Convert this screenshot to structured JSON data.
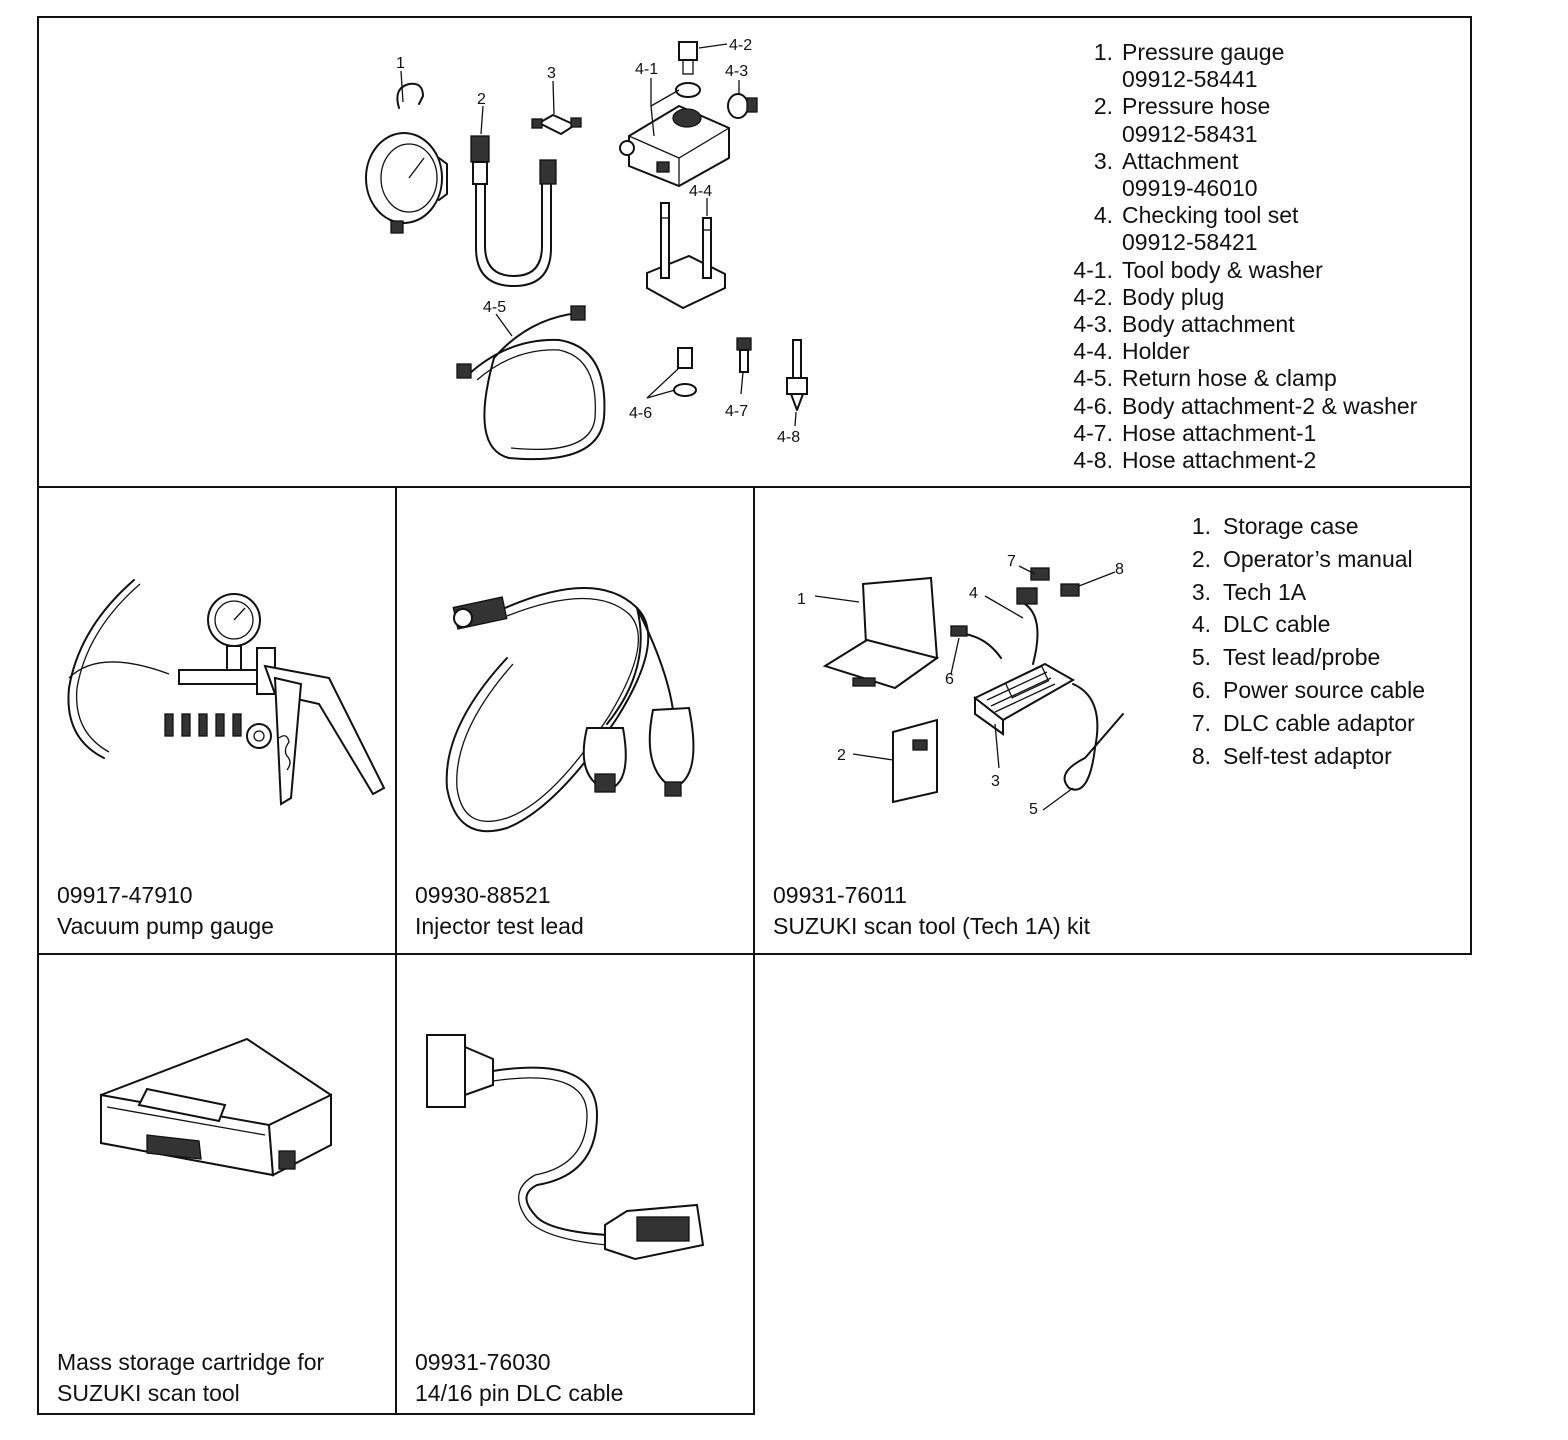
{
  "panel_fuel": {
    "parts": [
      {
        "num": "1.",
        "name": "Pressure gauge",
        "code": "09912-58441"
      },
      {
        "num": "2.",
        "name": "Pressure hose",
        "code": "09912-58431"
      },
      {
        "num": "3.",
        "name": "Attachment",
        "code": "09919-46010"
      },
      {
        "num": "4.",
        "name": "Checking tool set",
        "code": "09912-58421"
      },
      {
        "num": "4-1.",
        "name": "Tool body & washer"
      },
      {
        "num": "4-2.",
        "name": "Body plug"
      },
      {
        "num": "4-3.",
        "name": "Body attachment"
      },
      {
        "num": "4-4.",
        "name": "Holder"
      },
      {
        "num": "4-5.",
        "name": "Return hose & clamp"
      },
      {
        "num": "4-6.",
        "name": "Body attachment-2 & washer"
      },
      {
        "num": "4-7.",
        "name": "Hose attachment-1"
      },
      {
        "num": "4-8.",
        "name": "Hose attachment-2"
      }
    ],
    "callouts": [
      "1",
      "2",
      "3",
      "4-1",
      "4-2",
      "4-3",
      "4-4",
      "4-5",
      "4-6",
      "4-7",
      "4-8"
    ]
  },
  "panel_vacuum": {
    "code": "09917-47910",
    "name": "Vacuum pump gauge"
  },
  "panel_injector": {
    "code": "09930-88521",
    "name": "Injector test lead"
  },
  "panel_scan": {
    "code": "09931-76011",
    "name": "SUZUKI scan tool (Tech 1A) kit",
    "parts": [
      {
        "num": "1.",
        "name": "Storage case"
      },
      {
        "num": "2.",
        "name": "Operator’s manual"
      },
      {
        "num": "3.",
        "name": "Tech 1A"
      },
      {
        "num": "4.",
        "name": "DLC cable"
      },
      {
        "num": "5.",
        "name": "Test lead/probe"
      },
      {
        "num": "6.",
        "name": "Power source cable"
      },
      {
        "num": "7.",
        "name": "DLC cable adaptor"
      },
      {
        "num": "8.",
        "name": "Self-test adaptor"
      }
    ],
    "callouts": [
      "1",
      "2",
      "3",
      "4",
      "5",
      "6",
      "7",
      "8"
    ]
  },
  "panel_cartridge": {
    "line1": "Mass storage cartridge for",
    "line2": "SUZUKI scan tool"
  },
  "panel_dlc": {
    "code": "09931-76030",
    "name": "14/16 pin DLC cable"
  }
}
